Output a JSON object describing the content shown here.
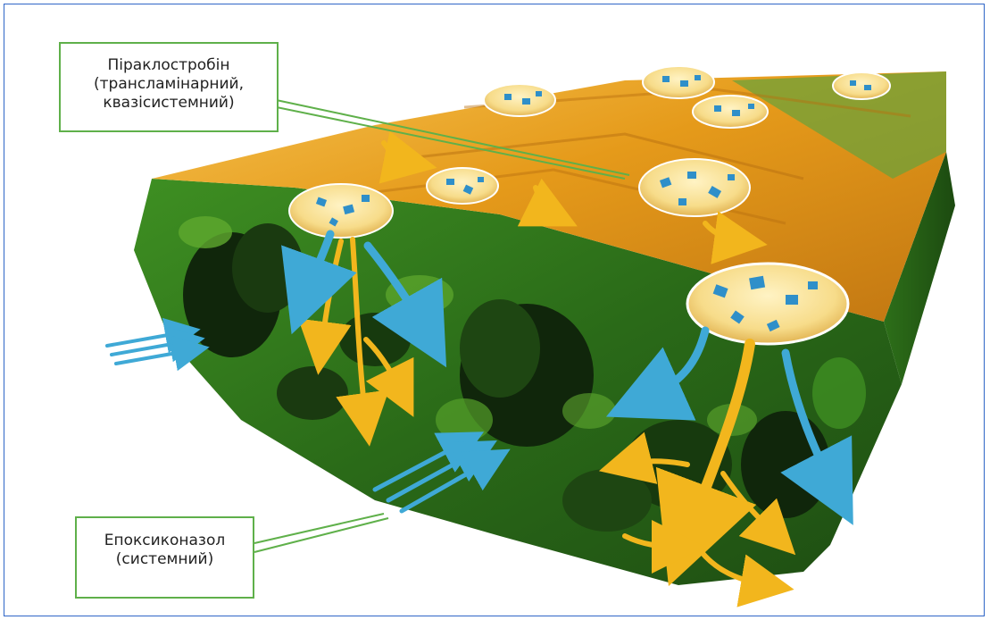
{
  "labels": {
    "pyraclostrobin": {
      "line1": "Піраклостробін",
      "line2": "(трансламінарний,",
      "line3": "квазісистемний)"
    },
    "epoxiconazole": {
      "line1": "Епоксиконазол",
      "line2": "(системний)"
    }
  },
  "colors": {
    "frame": "#2f66c7",
    "label_border": "#5fb04a",
    "leaf_green": "#2f7d1c",
    "leaf_dark": "#0f2a0c",
    "surface_orange": "#e8a21e",
    "arrow_blue": "#3fa9d6",
    "arrow_yellow": "#f2b61d"
  }
}
